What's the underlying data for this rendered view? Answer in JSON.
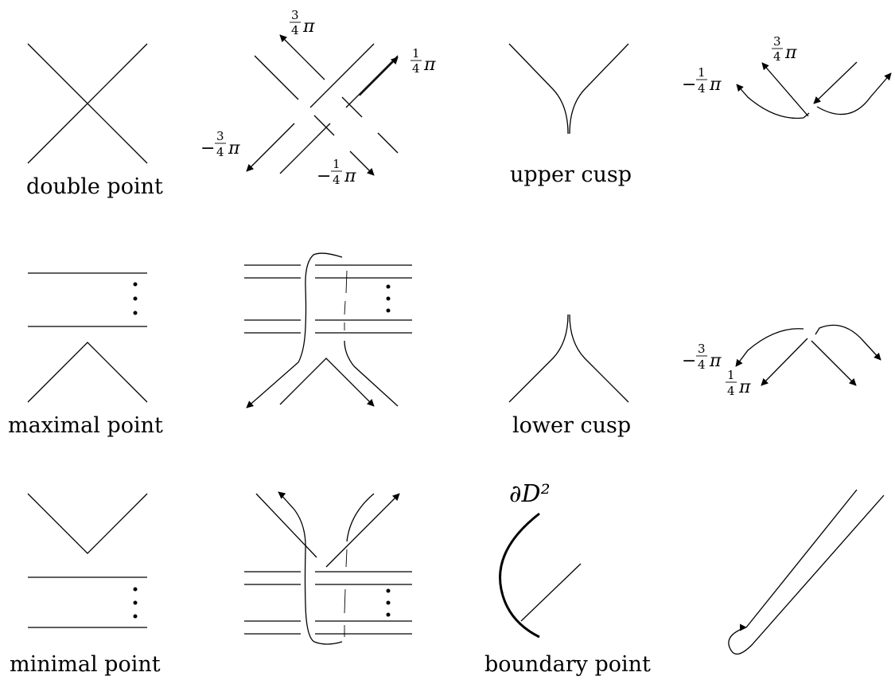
{
  "labels": {
    "double_point": "double point",
    "upper_cusp": "upper cusp",
    "maximal_point": "maximal point",
    "lower_cusp": "lower cusp",
    "minimal_point": "minimal point",
    "boundary_point": "boundary point",
    "boundary_disk": "∂D²"
  },
  "angles": {
    "three_quarter_pi": {
      "num": "3",
      "den": "4",
      "sym": "π"
    },
    "one_quarter_pi": {
      "num": "1",
      "den": "4",
      "sym": "π"
    },
    "neg_three_quarter_pi": {
      "sign": "−",
      "num": "3",
      "den": "4",
      "sym": "π"
    },
    "neg_one_quarter_pi": {
      "sign": "−",
      "num": "1",
      "den": "4",
      "sym": "π"
    }
  }
}
